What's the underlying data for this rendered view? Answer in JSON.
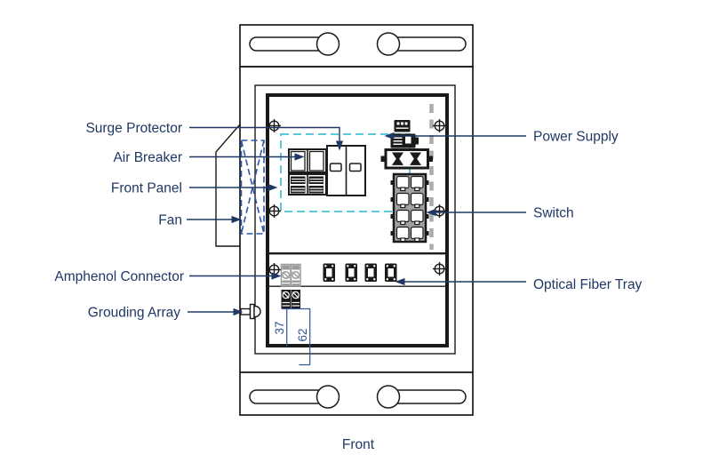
{
  "page": {
    "caption": "Front"
  },
  "diagram": {
    "type": "equipment-cabinet-front-view",
    "labels": {
      "surge_protector": "Surge Protector",
      "air_breaker": "Air Breaker",
      "front_panel": "Front Panel",
      "fan": "Fan",
      "amphenol_connector": "Amphenol Connector",
      "grounding_array": "Grouding Array",
      "power_supply": "Power Supply",
      "switch": "Switch",
      "optical_fiber_tray": "Optical Fiber Tray"
    },
    "dimensions": {
      "d37": "37",
      "d62": "62"
    },
    "colors": {
      "outline": "#1a1a1a",
      "label_text": "#1F3864",
      "leader": "#1F3864",
      "front_panel_dash": "#5BC8DC",
      "fan_dash": "#2E58A6",
      "rail_dash": "#ABABAB",
      "dimension": "#2F5496",
      "component_gray": "#9B9B9B"
    }
  }
}
